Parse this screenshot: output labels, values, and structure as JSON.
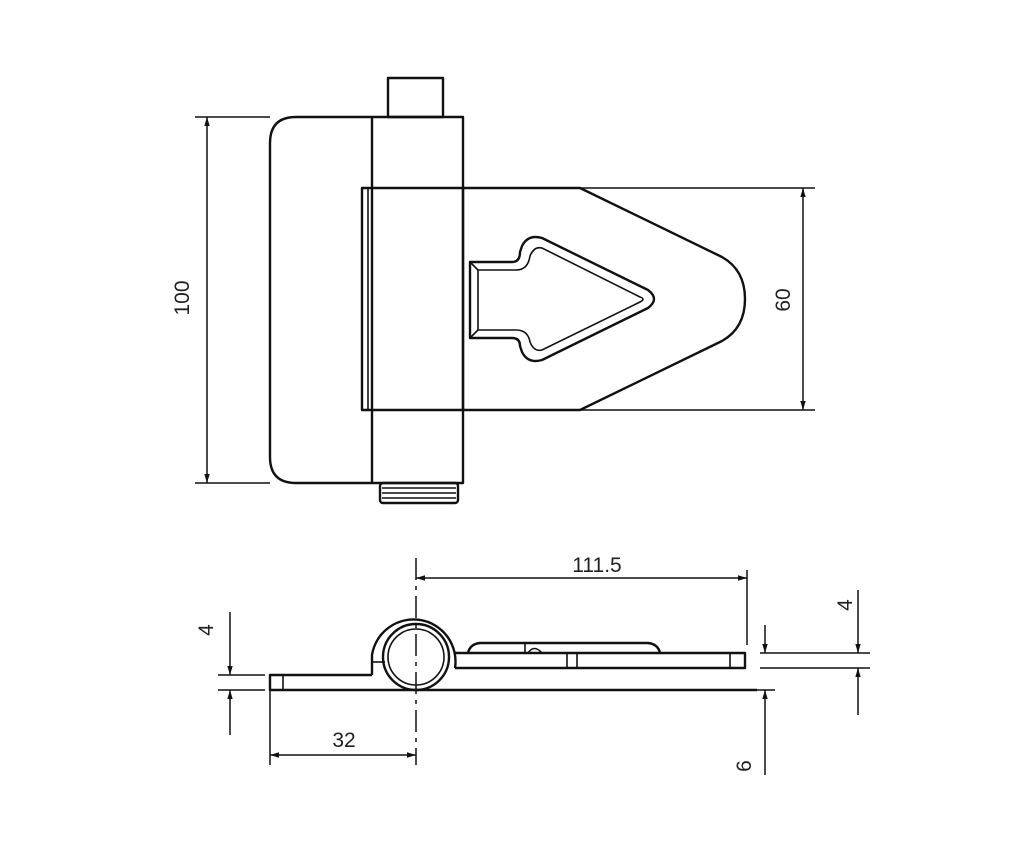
{
  "drawing": {
    "top_view": {
      "dimensions": {
        "height": "100",
        "leaf_width": "60"
      }
    },
    "side_view": {
      "dimensions": {
        "length": "111.5",
        "offset": "32",
        "left_thickness": "4",
        "right_thickness": "4",
        "total_height": "6"
      }
    },
    "line_color": "#111111"
  }
}
